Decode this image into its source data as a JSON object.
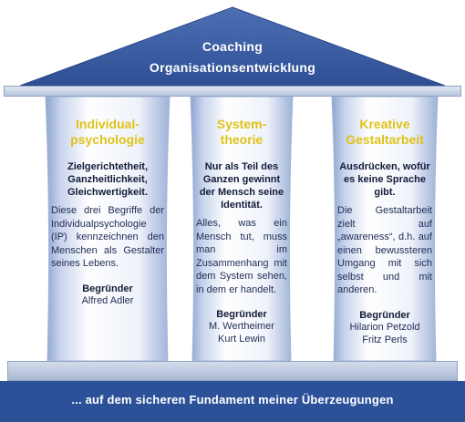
{
  "roof": {
    "line1": "Coaching",
    "line2": "Organisationsentwicklung"
  },
  "pillars": [
    {
      "title_l1": "Individual-",
      "title_l2": "psychologie",
      "subtitle": "Zielgerichtetheit, Ganzheitlichkeit, Gleichwertigkeit.",
      "body": "Diese drei Begriffe der Individualpsychologie (IP) kennzeichnen den Menschen als Gestalter seines Lebens.",
      "founder_heading": "Begründer",
      "founders": [
        "Alfred Adler"
      ]
    },
    {
      "title_l1": "System-",
      "title_l2": "theorie",
      "subtitle": "Nur als Teil des Ganzen gewinnt der Mensch seine Identität.",
      "body": "Alles, was ein Mensch tut, muss man im Zusammenhang mit dem System sehen, in dem er handelt.",
      "founder_heading": "Begründer",
      "founders": [
        "M. Wertheimer",
        "Kurt Lewin"
      ]
    },
    {
      "title_l1": "Kreative",
      "title_l2": "Gestaltarbeit",
      "subtitle": "Ausdrücken, wofür es keine Sprache gibt.",
      "body": "Die Gestaltarbeit zielt auf „awareness“, d.h. auf einen bewussteren Umgang mit sich selbst und mit anderen.",
      "founder_heading": "Begründer",
      "founders": [
        "Hilarion Petzold",
        "Fritz Perls"
      ]
    }
  ],
  "foundation": "... auf dem sicheren Fundament meiner Überzeugungen",
  "colors": {
    "roof": "#36589e",
    "pillar_title": "#e0c21a",
    "foundation": "#2d5199",
    "text": "#1a2a55"
  }
}
